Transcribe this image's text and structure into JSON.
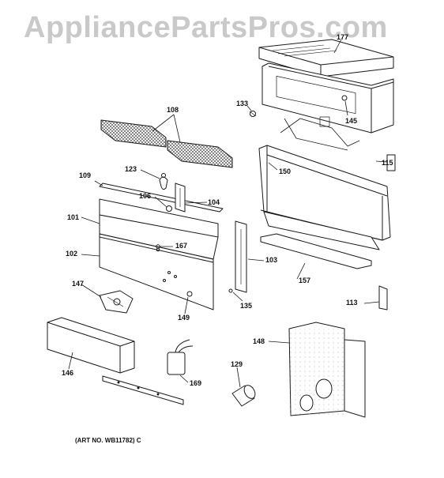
{
  "watermark": "AppliancePartsPros.com",
  "art_no": "(ART NO. WB11782) C",
  "parts": {
    "p101": "101",
    "p102": "102",
    "p103": "103",
    "p104": "104",
    "p106": "106",
    "p108": "108",
    "p109": "109",
    "p113": "113",
    "p115": "115",
    "p123": "123",
    "p129": "129",
    "p133": "133",
    "p135": "135",
    "p145": "145",
    "p146": "146",
    "p147": "147",
    "p148": "148",
    "p149": "149",
    "p150": "150",
    "p157": "157",
    "p167": "167",
    "p169": "169",
    "p177": "177"
  },
  "colors": {
    "ink": "#1a1a1a",
    "watermark": "#c9c9c9",
    "hatch": "#444444"
  }
}
